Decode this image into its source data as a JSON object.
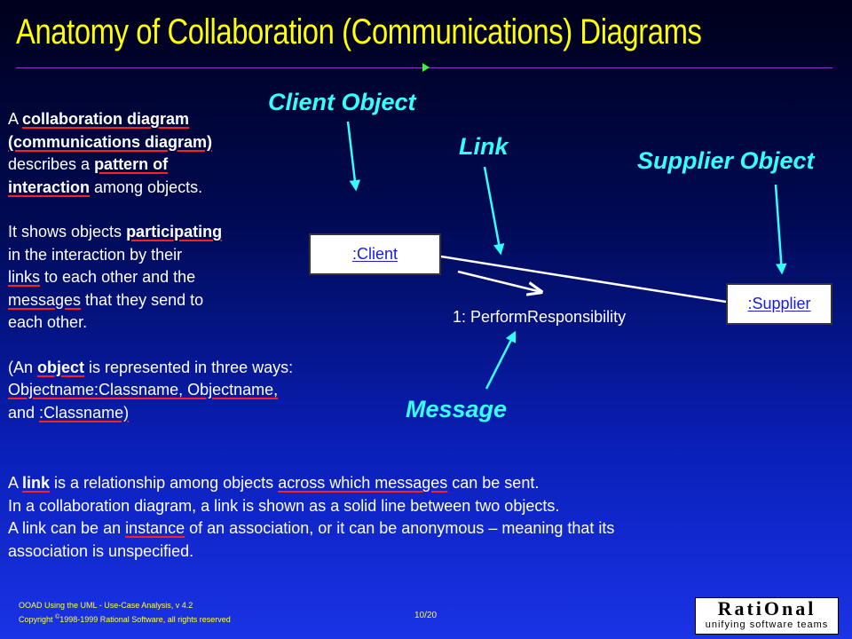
{
  "slide": {
    "title": "Anatomy of Collaboration (Communications) Diagrams",
    "left_text": {
      "p1": {
        "a": "A ",
        "u1": "collaboration diagram",
        "u2": "(communications diagram)",
        "b": "describes a ",
        "u3": "pattern of",
        "u4": "interaction",
        "c": " among objects."
      },
      "p2": {
        "a": "It shows objects ",
        "u1": "participating",
        "b": "in the interaction by their",
        "u2": "links",
        "c": " to each other and the",
        "u3": "messages",
        "d": " that they send to",
        "e": "each other."
      },
      "p3": {
        "a": "(An ",
        "u1": "object",
        "b": " is represented in three ways:",
        "u2": "Objectname:Classname, Objectname,",
        "c": "and ",
        "u3": ":Classname)"
      }
    },
    "bottom_text": {
      "l1a": "A ",
      "l1u1": "link",
      "l1b": " is a relationship among objects ",
      "l1u2": "across which messages",
      "l1c": " can be sent.",
      "l2": "In a collaboration diagram, a link is shown as a solid line between two objects.",
      "l3a": "A link can be an ",
      "l3u": "instance",
      "l3b": " of an association, or it can be anonymous – meaning that its",
      "l4": "association is unspecified."
    },
    "footer": {
      "line1": "OOAD Using the UML - Use-Case Analysis, v 4.2",
      "line2a": "Copyright ",
      "line2c": "©",
      "line2b": "1998-1999 Rational Software, all rights reserved",
      "page": "10/20"
    },
    "logo": {
      "line1": "RatiOnal",
      "line2": "unifying software teams"
    }
  },
  "diagram": {
    "callouts": {
      "client_object": "Client Object",
      "link": "Link",
      "supplier_object": "Supplier Object",
      "message": "Message"
    },
    "objects": {
      "client": ":Client",
      "supplier": ":Supplier"
    },
    "message_label": "1: PerformResponsibility"
  },
  "colors": {
    "title": "#ffff00",
    "callout": "#33ffff",
    "underline": "#ff2020",
    "object_text": "#1a1ae6",
    "rule": "#8a3cc4"
  }
}
